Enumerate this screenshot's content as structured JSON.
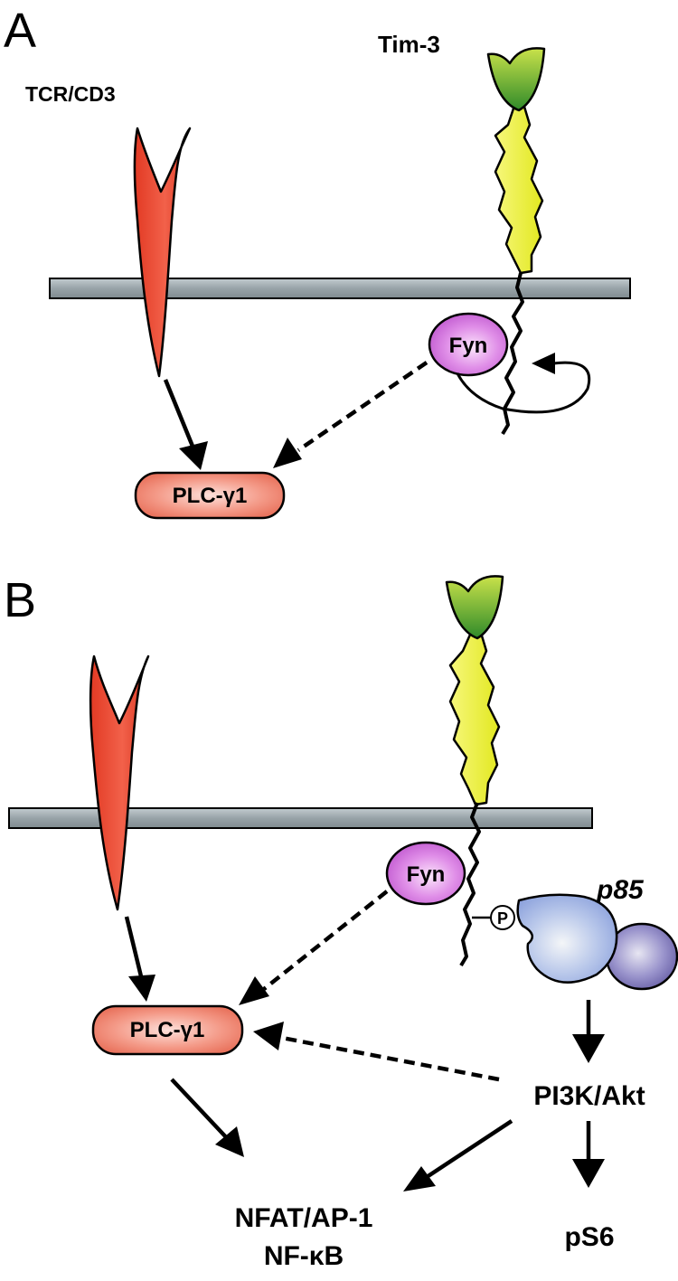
{
  "panel_a": {
    "letter": "A",
    "tcr_label": "TCR/CD3",
    "tim3_label": "Tim-3",
    "fyn_label": "Fyn",
    "plc_label": "PLC-γ1"
  },
  "panel_b": {
    "letter": "B",
    "fyn_label": "Fyn",
    "p_label": "P",
    "p85_label": "p85",
    "plc_label": "PLC-γ1",
    "pi3k_label": "PI3K/Akt",
    "nfat_label": "NFAT/AP-1",
    "nfkb_label": "NF-κB",
    "ps6_label": "pS6"
  },
  "colors": {
    "tcr": "#e8402c",
    "tim3_head": "#3f9a2a",
    "tim3_stalk": "#eaf03a",
    "membrane": "#9aa6ab",
    "fyn": "#d36ee0",
    "plc": "#f07c66",
    "p85_main": "#9fb4e8",
    "p85_small": "#7a70b8"
  }
}
